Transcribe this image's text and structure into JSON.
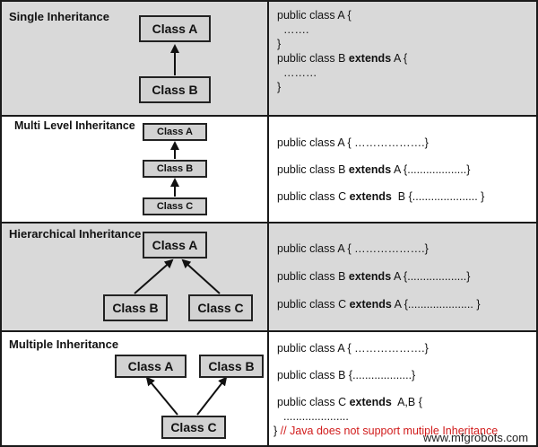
{
  "rows": [
    {
      "title": "Single Inheritance",
      "boxes": [
        "Class A",
        "Class B"
      ],
      "code": [
        {
          "text": "public class A {"
        },
        {
          "text": "  ……."
        },
        {
          "text": "}"
        },
        {
          "pre": "public class B ",
          "kw": "extends",
          "post": " A {"
        },
        {
          "text": "  ………"
        },
        {
          "text": "}"
        }
      ]
    },
    {
      "title": "Multi Level Inheritance",
      "boxes": [
        "Class A",
        "Class B",
        "Class C"
      ],
      "code": [
        {
          "text": "public class A { ……………….}"
        },
        {
          "pre": "public class B ",
          "kw": "extends",
          "post": " A {...................}"
        },
        {
          "pre": "public class C ",
          "kw": "extends",
          "post": "  B {..................... }"
        }
      ]
    },
    {
      "title": "Hierarchical Inheritance",
      "boxes": [
        "Class A",
        "Class B",
        "Class C"
      ],
      "code": [
        {
          "text": "public class A { ……………….}"
        },
        {
          "pre": "public class B ",
          "kw": "extends",
          "post": " A {...................}"
        },
        {
          "pre": "public class C ",
          "kw": "extends",
          "post": " A {..................... }"
        }
      ]
    },
    {
      "title": "Multiple Inheritance",
      "boxes": [
        "Class A",
        "Class B",
        "Class C"
      ],
      "code": [
        {
          "text": "public class A { ……………….}"
        },
        {
          "text": "public class B {...................}"
        },
        {
          "pre": "public class C ",
          "kw": "extends",
          "post": "  A,B {"
        },
        {
          "text": "  ....................."
        },
        {
          "pre": "} ",
          "red": "// Java does not support mutiple Inheritance"
        }
      ]
    }
  ],
  "watermark": "www.mfgrobots.com"
}
